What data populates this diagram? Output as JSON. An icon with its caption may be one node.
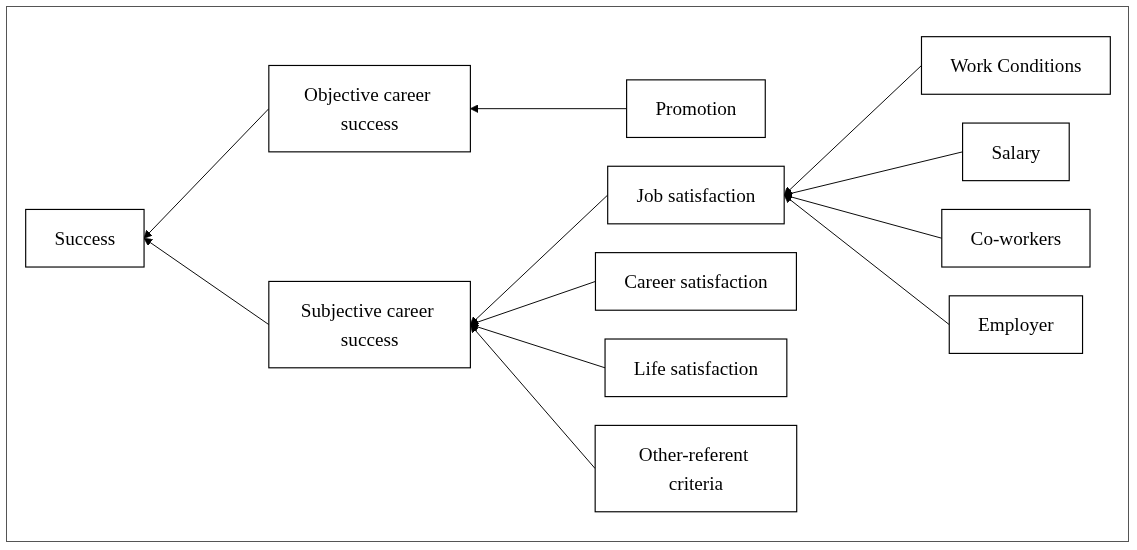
{
  "diagram": {
    "nodes": [
      {
        "text": [
          "Success"
        ]
      },
      {
        "text": [
          "Objective career success"
        ]
      },
      {
        "text": [
          "Subjective career success"
        ]
      },
      {
        "text": [
          "Promotion"
        ]
      },
      {
        "text": [
          "Job satisfaction"
        ]
      },
      {
        "text": [
          "Career satisfaction"
        ]
      },
      {
        "text": [
          "Life satisfaction"
        ]
      },
      {
        "text": [
          "Other-referent criteria"
        ]
      },
      {
        "text": [
          "Work Conditions"
        ]
      },
      {
        "text": [
          "Salary"
        ]
      },
      {
        "text": [
          "Co-workers"
        ]
      },
      {
        "text": [
          "Employer"
        ]
      }
    ],
    "edges": [
      {
        "from": 1,
        "to": 0,
        "arrow": "to"
      },
      {
        "from": 2,
        "to": 0,
        "arrow": "to"
      },
      {
        "from": 3,
        "to": 1,
        "arrow": "to"
      },
      {
        "from": 4,
        "to": 2,
        "arrow": "to"
      },
      {
        "from": 5,
        "to": 2,
        "arrow": "to"
      },
      {
        "from": 6,
        "to": 2,
        "arrow": "to"
      },
      {
        "from": 7,
        "to": 2,
        "arrow": "to"
      },
      {
        "from": 8,
        "to": 4,
        "arrow": "to"
      },
      {
        "from": 9,
        "to": 4,
        "arrow": "to"
      },
      {
        "from": 10,
        "to": 4,
        "arrow": "to"
      },
      {
        "from": 11,
        "to": 4,
        "arrow": "to"
      }
    ]
  }
}
